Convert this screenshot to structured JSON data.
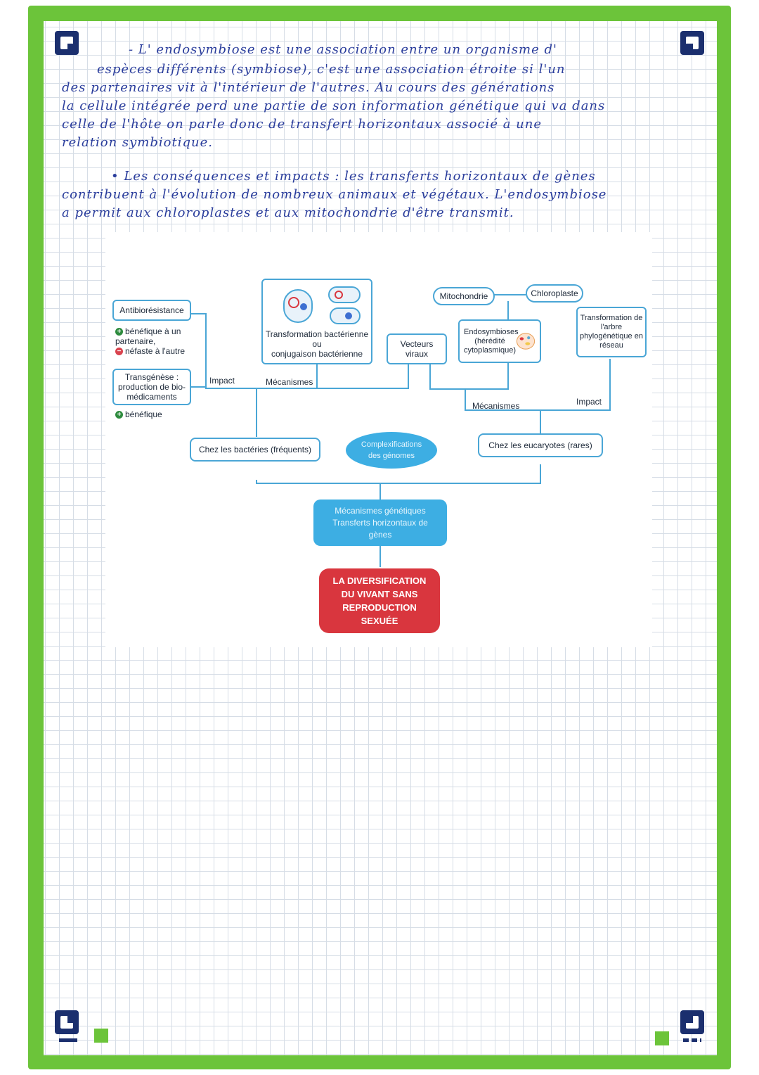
{
  "handwriting": {
    "line1": "- L' endosymbiose est une association entre un organisme d'",
    "line2": "espèces différents (symbiose), c'est une association étroite si l'un",
    "line3": "des partenaires vit à l'intérieur de l'autres. Au cours des générations",
    "line4": "la cellule intégrée perd une partie de son information génétique qui va dans",
    "line5": "celle de l'hôte on parle donc de transfert horizontaux associé à une",
    "line6": "relation symbiotique.",
    "line7": "• Les conséquences et impacts : les transferts horizontaux de gènes",
    "line8": "contribuent à l'évolution de nombreux animaux et végétaux. L'endosymbiose",
    "line9": "a permit aux chloroplastes et aux mitochondrie d'être transmit."
  },
  "diagram": {
    "antibio": "Antibiorésistance",
    "antibio_plus": "bénéfique à un partenaire,",
    "antibio_minus": "néfaste à l'autre",
    "transgenese": "Transgénèse : production de bio-médicaments",
    "transgenese_plus": "bénéfique",
    "transformation": "Transformation bactérienne",
    "ou": "ou",
    "conjugaison": "conjugaison bactérienne",
    "vecteurs": "Vecteurs viraux",
    "mitochondrie": "Mitochondrie",
    "chloroplaste": "Chloroplaste",
    "endosymbioses": "Endosymbioses (hérédité cytoplasmique)",
    "arbre": "Transformation de l'arbre phylogénétique en réseau",
    "impact_left": "Impact",
    "mecanismes_left": "Mécanismes",
    "mecanismes_right": "Mécanismes",
    "impact_right": "Impact",
    "bacteries": "Chez les bactéries (fréquents)",
    "complexification": "Complexifications des génomes",
    "eucaryotes": "Chez les eucaryotes (rares)",
    "mecanismes_genetiques": "Mécanismes génétiques",
    "transferts": "Transferts horizontaux de gènes",
    "diversification": "LA DIVERSIFICATION DU VIVANT SANS REPRODUCTION SEXUÉE"
  }
}
